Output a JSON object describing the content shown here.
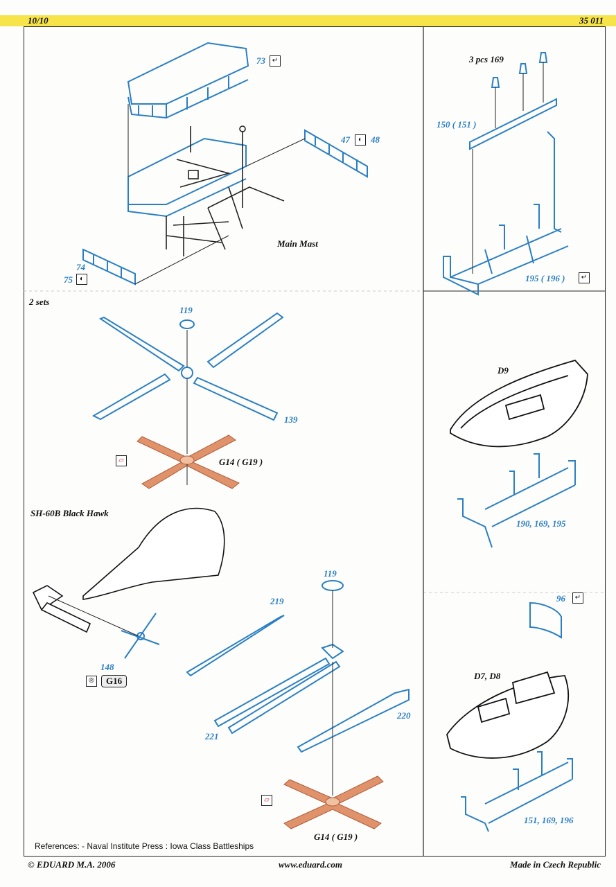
{
  "header": {
    "page": "10/10",
    "code": "35 011"
  },
  "parts": {
    "p73": "73",
    "p47": "47",
    "p48": "48",
    "p74": "74",
    "p75": "75",
    "p169_top": "3 pcs 169",
    "p150": "150 ( 151 )",
    "p195": "195 ( 196 )",
    "p119a": "119",
    "p139": "139",
    "g14a": "G14 ( G19 )",
    "p190": "190, 169, 195",
    "p96": "96",
    "p119b": "119",
    "p219": "219",
    "p220": "220",
    "p221": "221",
    "p148": "148",
    "g16": "G16",
    "g14b": "G14 ( G19 )",
    "p151": "151, 169, 196"
  },
  "labels": {
    "main_mast": "Main Mast",
    "two_sets": "2 sets",
    "d9": "D9",
    "sh60": "SH-60B Black Hawk",
    "d7d8": "D7, D8"
  },
  "icons": {
    "fold": "↵",
    "bend": "◐",
    "r": "®"
  },
  "references": "References: - Naval Institute Press : Iowa Class Battleships",
  "footer": {
    "copyright": "© EDUARD  M.A. 2006",
    "website": "www.eduard.com",
    "made": "Made in Czech Republic"
  },
  "colors": {
    "accent_blue": "#2a7fc4",
    "copper": "#e0936b",
    "header_yellow": "#f7e44a"
  }
}
